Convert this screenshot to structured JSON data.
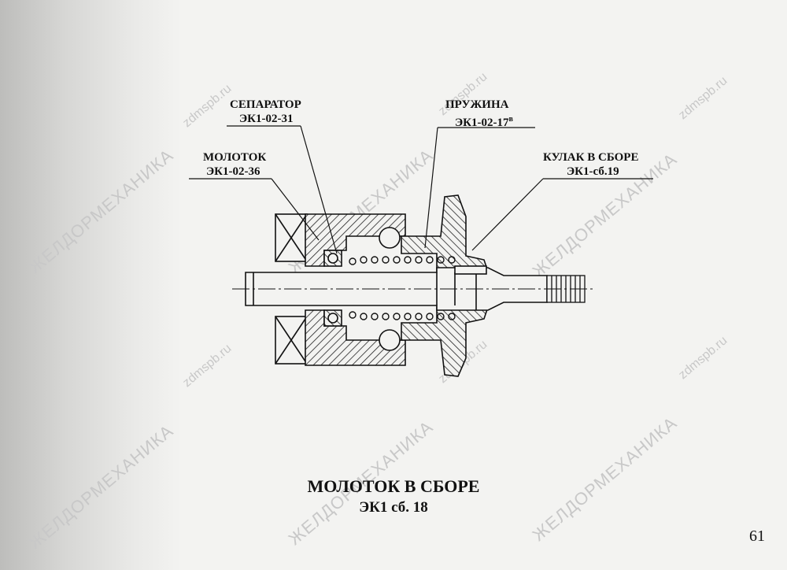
{
  "watermarks": {
    "brand": "ЖЕЛДОРМЕХАНИКА",
    "site": "zdmspb.ru"
  },
  "callouts": {
    "separator": {
      "name": "СЕПАРАТОР",
      "code": "ЭК1-02-31"
    },
    "hammer": {
      "name": "МОЛОТОК",
      "code": "ЭК1-02-36"
    },
    "spring": {
      "name": "ПРУЖИНА",
      "code": "ЭК1-02-17",
      "code_sup": "в"
    },
    "cam": {
      "name": "КУЛАК В СБОРЕ",
      "code": "ЭК1-сб.19"
    }
  },
  "title": {
    "line1": "МОЛОТОК В СБОРЕ",
    "line2": "ЭК1 сб. 18"
  },
  "page_number": "61"
}
